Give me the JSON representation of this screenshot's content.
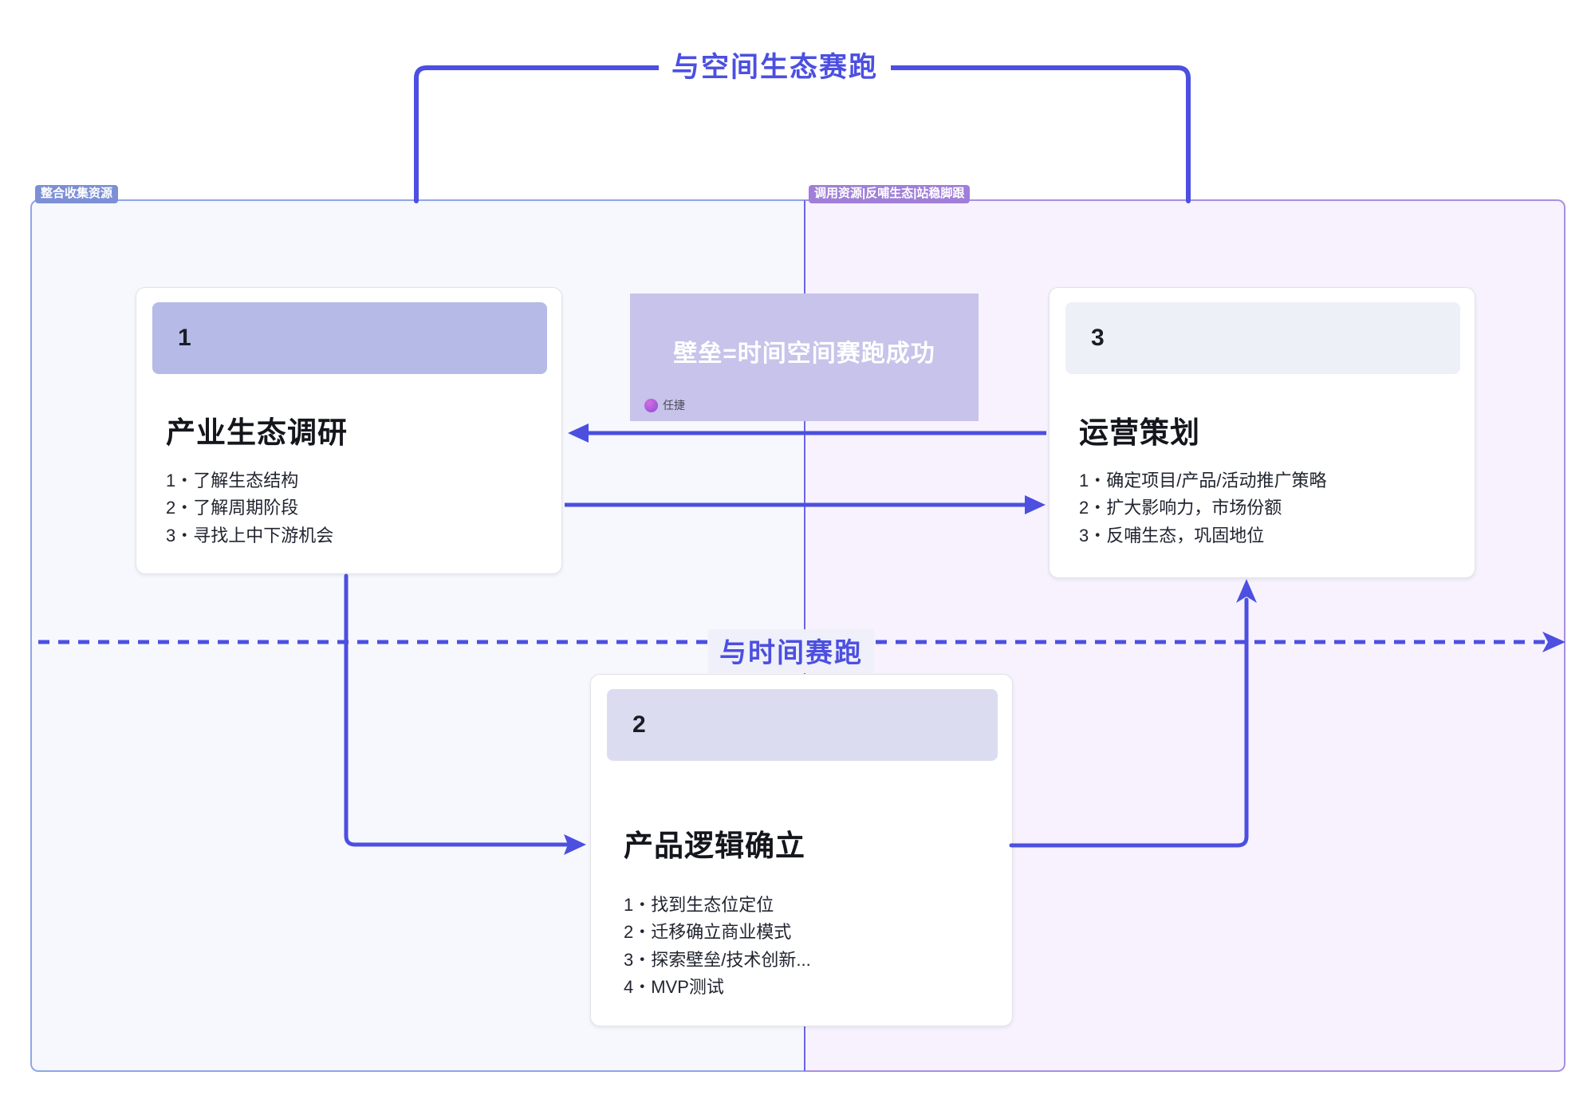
{
  "diagram": {
    "top_title": "与空间生态赛跑",
    "time_title": "与时间赛跑",
    "left_frame_badge": "整合收集资源",
    "right_frame_badge": "调用资源|反哺生态|站稳脚跟",
    "accent_color": "#4c4fe0",
    "left_frame_bg": "#f6f8fd",
    "right_frame_bg": "#f7f2fd"
  },
  "center_note": {
    "text": "壁垒=时间空间赛跑成功",
    "author": "任捷",
    "bg_color": "#c7c3ea",
    "avatar_icon": "user-avatar-icon"
  },
  "cards": [
    {
      "number": "1",
      "title": "产业生态调研",
      "header_color": "#b5bae7",
      "items": [
        "1・了解生态结构",
        "2・了解周期阶段",
        "3・寻找上中下游机会"
      ]
    },
    {
      "number": "2",
      "title": "产品逻辑确立",
      "header_color": "#dcdcf1",
      "items": [
        "1・找到生态位定位",
        "2・迁移确立商业模式",
        "3・探索壁垒/技术创新...",
        "4・MVP测试"
      ]
    },
    {
      "number": "3",
      "title": "运营策划",
      "header_color": "#eef0f8",
      "items": [
        "1・确定项目/产品/活动推广策略",
        "2・扩大影响力，市场份额",
        "3・反哺生态，巩固地位"
      ]
    }
  ]
}
